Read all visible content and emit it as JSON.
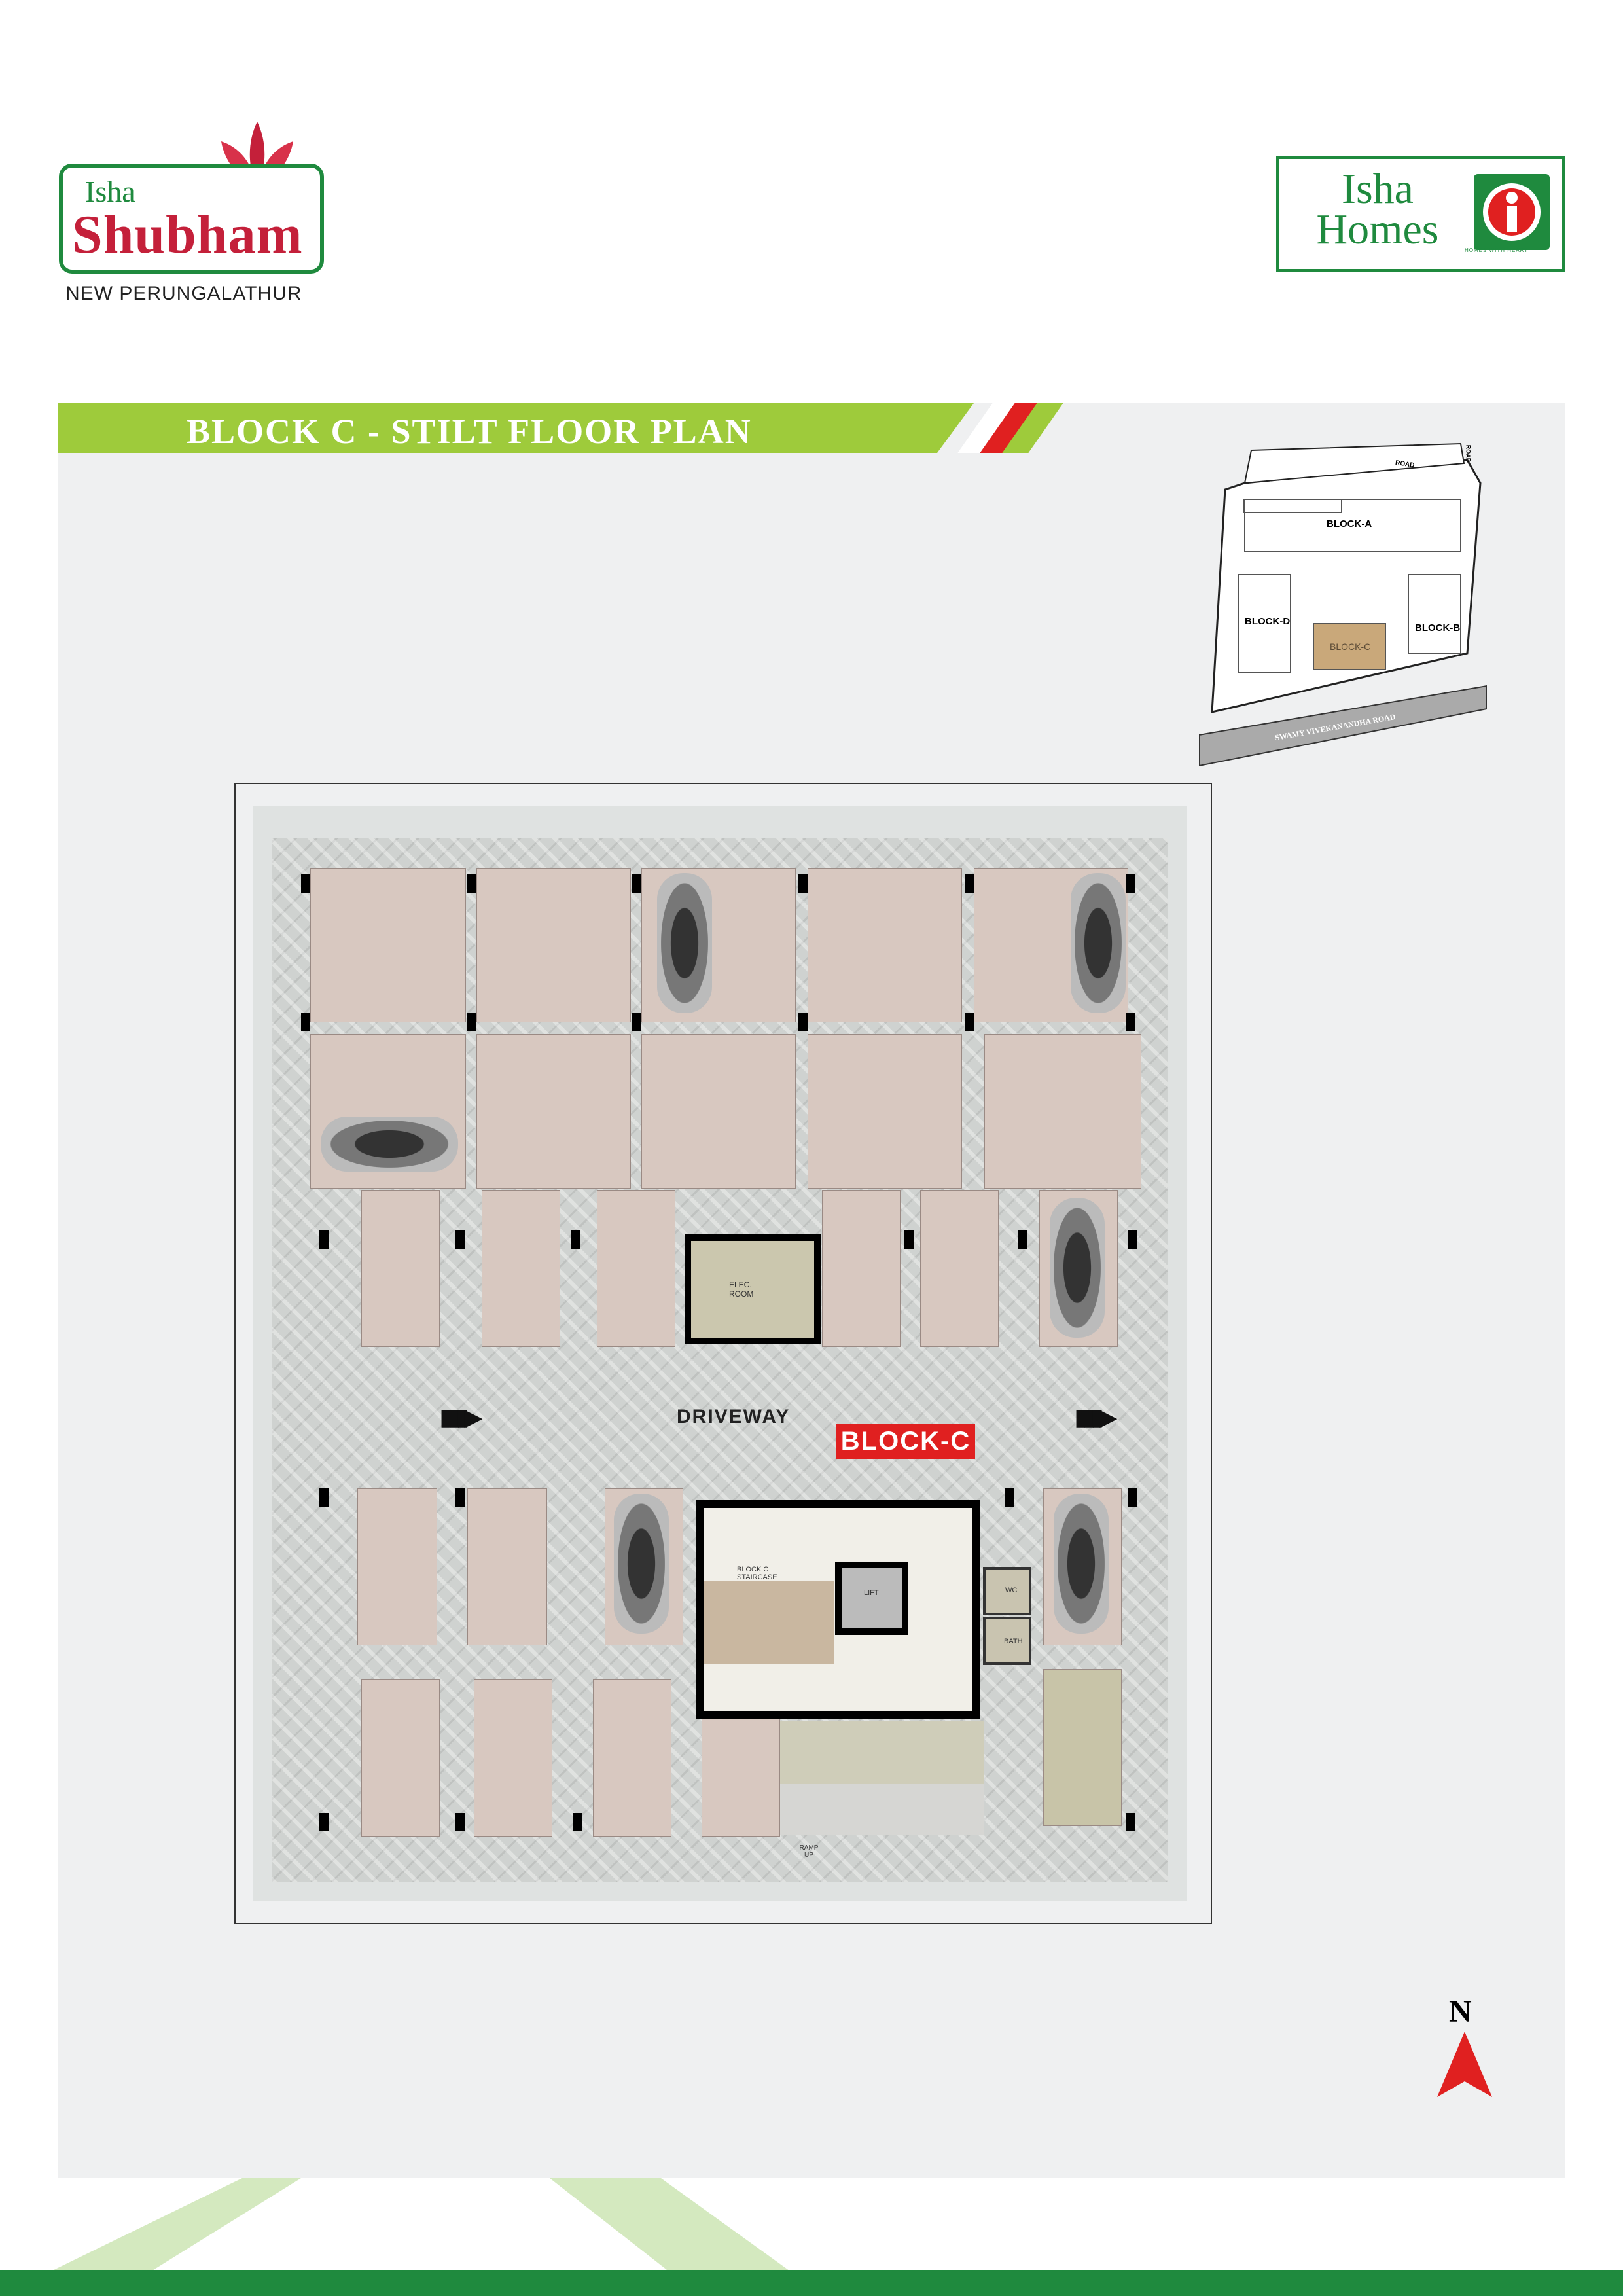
{
  "brand": {
    "project_prefix": "Isha",
    "project_name": "Shubham",
    "location": "NEW PERUNGALATHUR",
    "developer_line1": "Isha",
    "developer_line2": "Homes",
    "developer_tagline": "HOMES WITH HEART"
  },
  "page": {
    "title": "BLOCK C - STILT FLOOR PLAN"
  },
  "key_plan": {
    "road_top": "ROAD",
    "road_side": "ROAD",
    "block_a": "BLOCK-A",
    "block_b": "BLOCK-B",
    "block_c": "BLOCK-C",
    "block_d": "BLOCK-D",
    "main_road": "SWAMY VIVEKANANDHA ROAD"
  },
  "plan": {
    "driveway": "DRIVEWAY",
    "block_label": "BLOCK-C",
    "elec_room": "ELEC. ROOM",
    "staircase": "BLOCK C STAIRCASE",
    "lift": "LIFT",
    "wc": "WC",
    "bath": "BATH",
    "ramp": "RAMP UP",
    "up": "UP"
  },
  "compass": {
    "north": "N"
  },
  "colors": {
    "brand_green": "#1f8a3e",
    "brand_red": "#c4203a",
    "title_bar": "#9ecb3b",
    "highlight_red": "#e02020"
  }
}
